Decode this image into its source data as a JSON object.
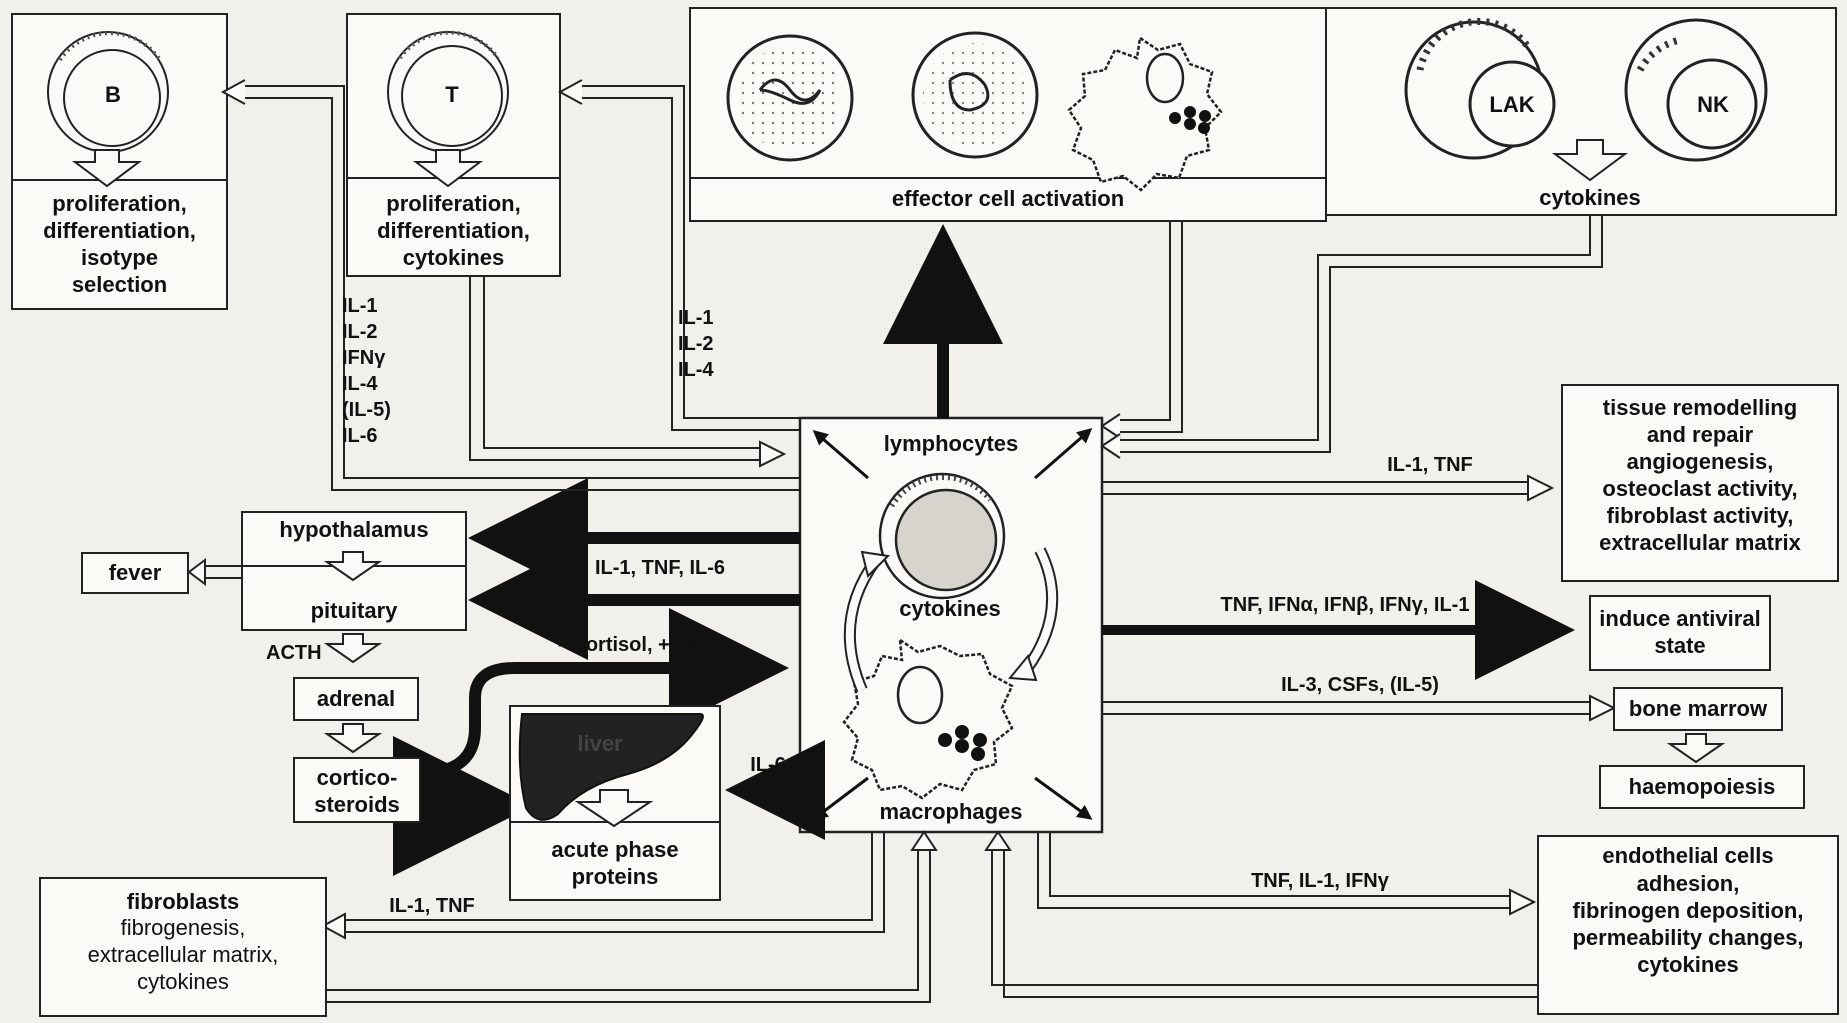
{
  "cells": {
    "b": {
      "letter": "B",
      "caption": "proliferation,\ndifferentiation,\nisotype\nselection"
    },
    "t": {
      "letter": "T",
      "caption": "proliferation,\ndifferentiation,\ncytokines"
    },
    "effector": {
      "caption": "effector cell activation"
    },
    "lak": {
      "letter": "LAK"
    },
    "nk": {
      "letter": "NK",
      "caption": "cytokines"
    }
  },
  "center": {
    "top": "lymphocytes",
    "middle": "cytokines",
    "bottom": "macrophages"
  },
  "labels": {
    "b_cytokines": "IL-1\nIL-2\nIFNγ\nIL-4\n(IL-5)\nIL-6",
    "t_cytokines": "IL-1\nIL-2\nIL-4",
    "hpa": "IL-1, TNF, IL-6",
    "tissue": "IL-1, TNF",
    "antiviral": "TNF, IFNα, IFNβ, IFNγ, IL-1",
    "marrow": "IL-3, CSFs, (IL-5)",
    "endothelial": "TNF, IL-1, IFNγ",
    "fibro": "IL-1, TNF",
    "liver": "IL-6",
    "cortisol": "– cortisol,  + DHEA",
    "acth": "ACTH"
  },
  "boxes": {
    "hypothalamus": "hypothalamus",
    "pituitary": "pituitary",
    "fever": "fever",
    "adrenal": "adrenal",
    "corticosteroids": "cortico-\nsteroids",
    "liver_word": "liver",
    "acute_phase": "acute phase\nproteins",
    "tissue_title": "tissue remodelling\nand repair",
    "tissue_body": "angiogenesis,\nosteoclast activity,\nfibroblast activity,\nextracellular matrix",
    "antiviral": "induce antiviral\nstate",
    "bone_marrow": "bone marrow",
    "haemopoiesis": "haemopoiesis",
    "endothelial_title": "endothelial cells",
    "endothelial_body": "adhesion,\nfibrinogen deposition,\npermeability changes,\ncytokines",
    "fibroblasts_title": "fibroblasts",
    "fibroblasts_body": "fibrogenesis,\nextracellular matrix,\ncytokines"
  }
}
